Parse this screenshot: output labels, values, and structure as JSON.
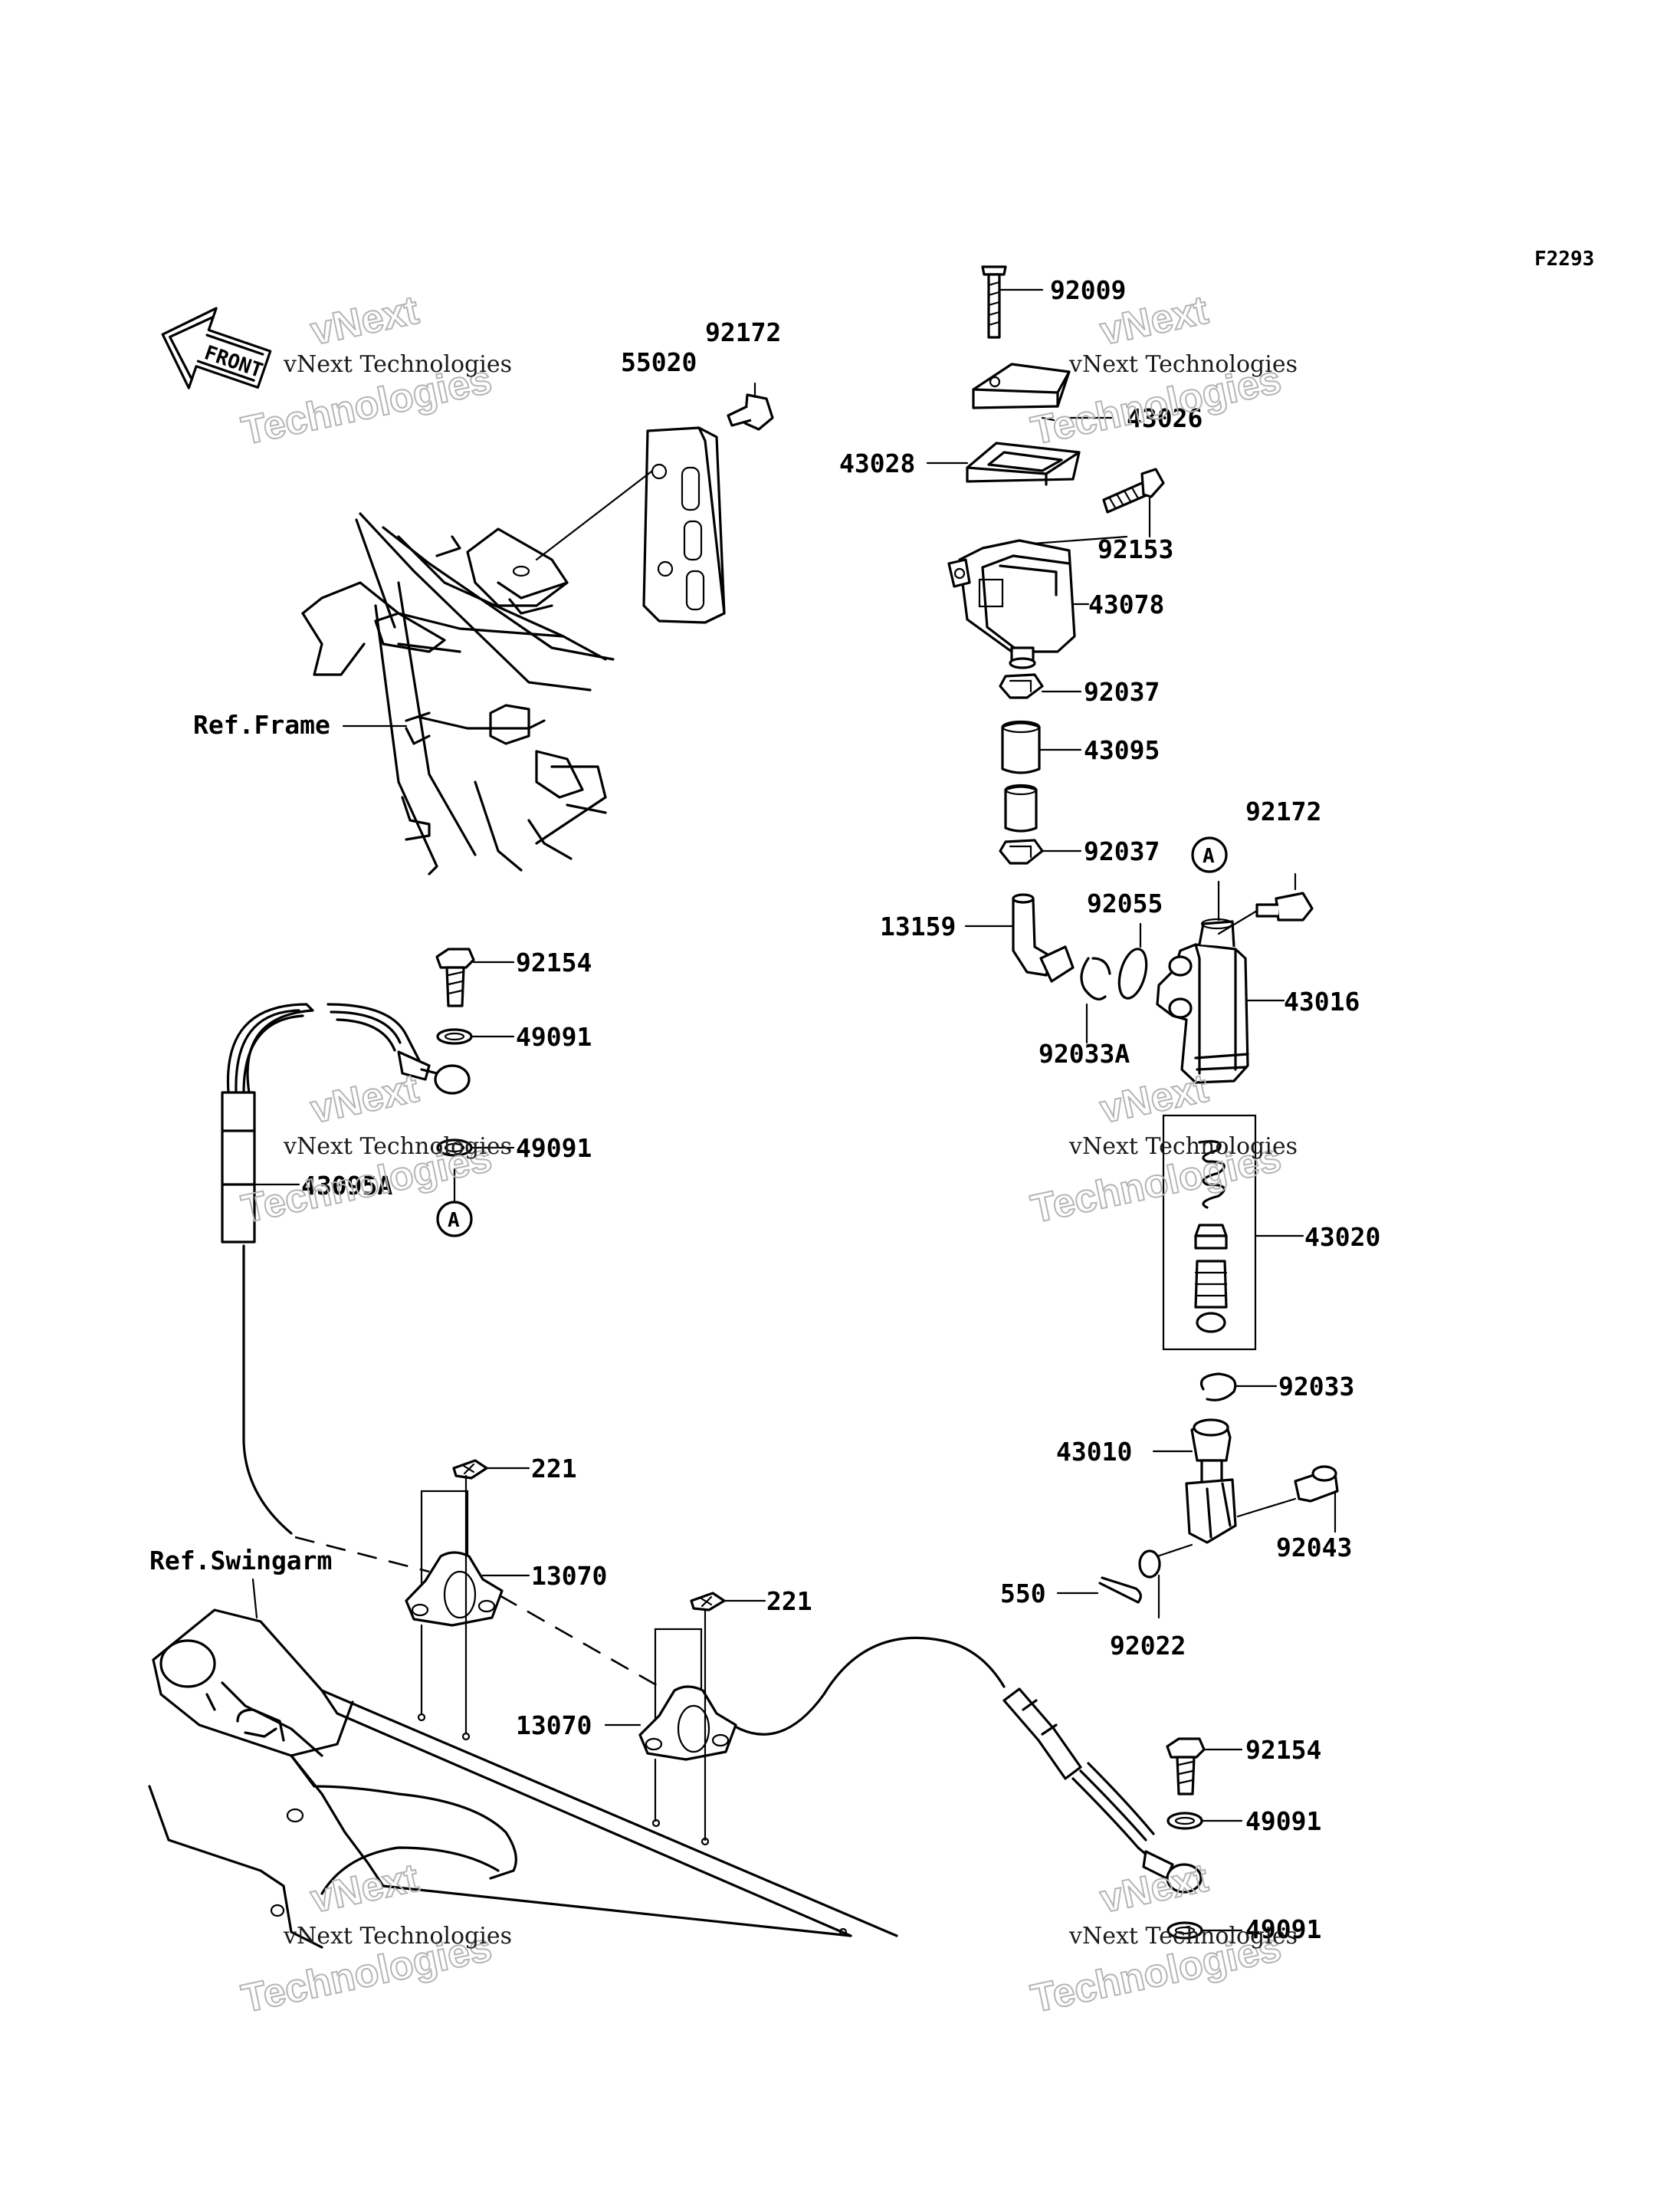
{
  "figure_code": "F2293",
  "front_label": "FRONT",
  "circle_marker": "A",
  "watermark": {
    "line1": "vNext Technologies",
    "line2a": "vNext",
    "line2b": "Technologies"
  },
  "ref_labels": {
    "frame": "Ref.Frame",
    "swingarm": "Ref.Swingarm"
  },
  "parts": {
    "p92009": "92009",
    "p43026": "43026",
    "p43028": "43028",
    "p92153": "92153",
    "p43078": "43078",
    "p92037a": "92037",
    "p43095": "43095",
    "p92037b": "92037",
    "p92172b": "92172",
    "p92055": "92055",
    "p13159": "13159",
    "p43016": "43016",
    "p92033A": "92033A",
    "p43020": "43020",
    "p92033": "92033",
    "p43010": "43010",
    "p92043": "92043",
    "p550": "550",
    "p92022": "92022",
    "p92172a": "92172",
    "p55020": "55020",
    "p92154a": "92154",
    "p49091a": "49091",
    "p49091b": "49091",
    "p43095A": "43095A",
    "p221a": "221",
    "p13070a": "13070",
    "p221b": "221",
    "p13070b": "13070",
    "p92154b": "92154",
    "p49091c": "49091",
    "p49091d": "49091"
  }
}
